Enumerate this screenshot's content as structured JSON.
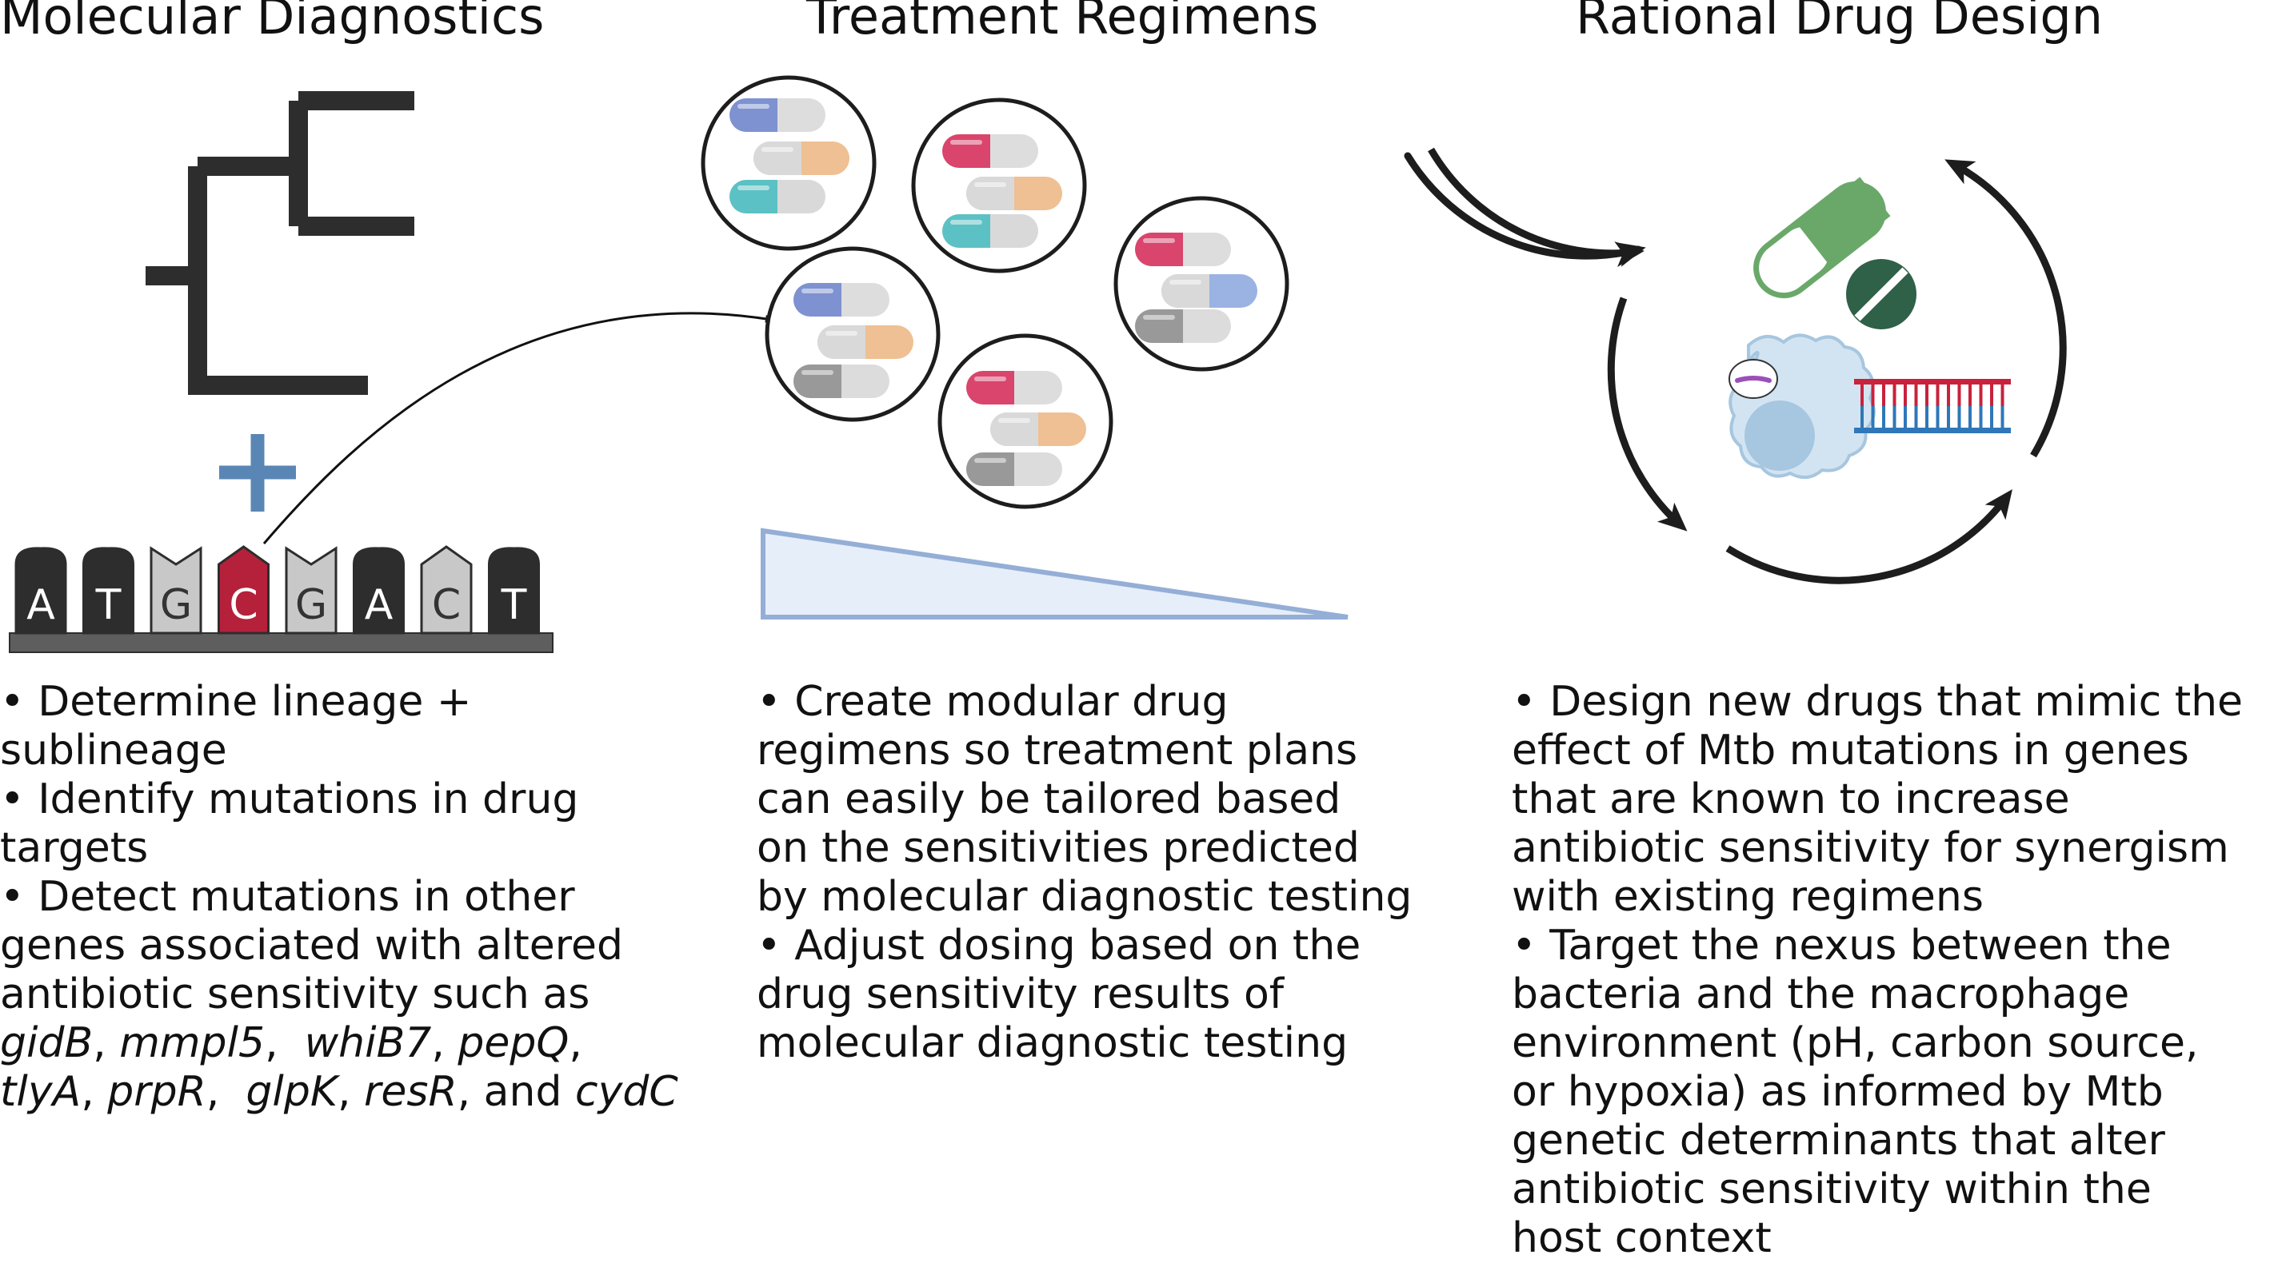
{
  "columns": [
    {
      "title": "Molecular Diagnostics",
      "bullets": [
        [
          "• Determine lineage +",
          "sublineage"
        ],
        [
          "• Identify mutations in drug",
          "targets"
        ],
        [
          "• Detect mutations in other",
          "genes associated with altered",
          "antibiotic sensitivity such as"
        ]
      ],
      "genes_line1": {
        "g1": "gidB",
        "s1": ", ",
        "g2": "mmpl5",
        "s2": ",  ",
        "g3": "whiB7",
        "s3": ", ",
        "g4": "pepQ",
        "s4": ","
      },
      "genes_line2": {
        "g1": "tlyA",
        "s1": ", ",
        "g2": "prpR",
        "s2": ",  ",
        "g3": "glpK",
        "s3": ", ",
        "g4": "resR",
        "s4": ", and ",
        "g5": "cydC"
      }
    },
    {
      "title": "Treatment Regimens",
      "bullets": [
        [
          "• Create modular drug",
          "regimens so treatment plans",
          "can easily be tailored based",
          "on the sensitivities predicted",
          "by molecular diagnostic testing"
        ],
        [
          "• Adjust dosing based on the",
          "drug sensitivity results of",
          "molecular diagnostic testing"
        ]
      ]
    },
    {
      "title": "Rational Drug Design",
      "bullets": [
        [
          "• Design new drugs that mimic the",
          "effect of Mtb mutations in genes",
          "that are known to increase",
          "antibiotic sensitivity for synergism",
          "with existing regimens"
        ],
        [
          "• Target the nexus between the",
          "bacteria and the macrophage",
          "environment (pH, carbon source,",
          "or hypoxia) as informed by Mtb",
          "genetic determinants that alter",
          "antibiotic sensitivity within the",
          "host context"
        ]
      ]
    }
  ],
  "sequence": [
    "A",
    "T",
    "G",
    "C",
    "G",
    "A",
    "C",
    "T"
  ],
  "highlighted_base_index": 3,
  "icons": {
    "tree": "phylogenetic-tree-icon",
    "plus": "plus-icon",
    "arrow": "curved-arrow-icon",
    "pills": "pill-capsule-icon",
    "dose": "dosing-wedge-icon",
    "cycle": "cycle-arrows-icon",
    "drug": "drug-capsule-icon",
    "tablet": "tablet-icon",
    "macrophage": "macrophage-icon",
    "dna": "dna-helix-icon"
  },
  "colors": {
    "dark": "#2d2d2d",
    "light_base": "#c8c8c8",
    "mutation": "#b5213a",
    "plus": "#5a86b5",
    "wedge_stroke": "#94aed6",
    "wedge_fill": "#e6eef9",
    "green": "#6aa86a",
    "dark_green": "#2f6048",
    "macrophage": "#d2e4f2",
    "dna_red": "#c8223c",
    "dna_blue": "#2f77b8"
  }
}
